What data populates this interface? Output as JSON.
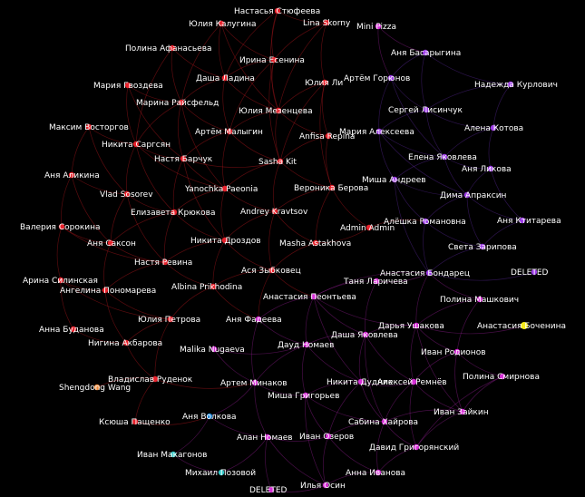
{
  "colors": {
    "background": "#000000",
    "red": "#e8222c",
    "magenta": "#d62fd6",
    "purple": "#9d3ce6",
    "blue": "#1f86d6",
    "cyan": "#33c7c7",
    "orange": "#f08a3a",
    "yellow": "#f4ea1b",
    "label": "#ffffff",
    "edge_red": "#c0181e",
    "edge_magenta": "#9a1f9a",
    "edge_purple": "#5f2aa5"
  },
  "nodes": [
    {
      "id": "n1",
      "label": "Настасья Стюфеева",
      "group": "red"
    },
    {
      "id": "n2",
      "label": "Юлия Калугина",
      "group": "red"
    },
    {
      "id": "n3",
      "label": "Lina Skorny",
      "group": "red"
    },
    {
      "id": "n4",
      "label": "Mini Pizza",
      "group": "magenta"
    },
    {
      "id": "n5",
      "label": "Полина Афанасьева",
      "group": "red"
    },
    {
      "id": "n6",
      "label": "Ирина Есенина",
      "group": "red"
    },
    {
      "id": "n7",
      "label": "Аня Басарыгина",
      "group": "purple"
    },
    {
      "id": "n8",
      "label": "Даша Ладина",
      "group": "red"
    },
    {
      "id": "n9",
      "label": "Юлия Ли",
      "group": "red"
    },
    {
      "id": "n10",
      "label": "Артём Горюнов",
      "group": "purple"
    },
    {
      "id": "n11",
      "label": "Надежда Курлович",
      "group": "purple"
    },
    {
      "id": "n12",
      "label": "Мария Гвоздева",
      "group": "red"
    },
    {
      "id": "n13",
      "label": "Марина Райсфельд",
      "group": "red"
    },
    {
      "id": "n14",
      "label": "Юлия Мезенцева",
      "group": "red"
    },
    {
      "id": "n15",
      "label": "Сергей Лисинчук",
      "group": "purple"
    },
    {
      "id": "n16",
      "label": "Максим Восторгов",
      "group": "red"
    },
    {
      "id": "n17",
      "label": "Артём Малыгин",
      "group": "red"
    },
    {
      "id": "n18",
      "label": "Anfisa Repina",
      "group": "red"
    },
    {
      "id": "n19",
      "label": "Мария Алексеева",
      "group": "purple"
    },
    {
      "id": "n20",
      "label": "Алена Котова",
      "group": "purple"
    },
    {
      "id": "n21",
      "label": "Никита Саргсян",
      "group": "red"
    },
    {
      "id": "n22",
      "label": "Настя Барчук",
      "group": "red"
    },
    {
      "id": "n23",
      "label": "Sasha Kit",
      "group": "red"
    },
    {
      "id": "n24",
      "label": "Елена Яковлева",
      "group": "purple"
    },
    {
      "id": "n25",
      "label": "Аня Ликова",
      "group": "purple"
    },
    {
      "id": "n26",
      "label": "Аня Аликина",
      "group": "red"
    },
    {
      "id": "n27",
      "label": "Миша Андреев",
      "group": "purple"
    },
    {
      "id": "n28",
      "label": "Vlad Sosorev",
      "group": "red"
    },
    {
      "id": "n29",
      "label": "Yanochka Paeonia",
      "group": "red"
    },
    {
      "id": "n30",
      "label": "Вероника Берова",
      "group": "red"
    },
    {
      "id": "n31",
      "label": "Дима Апраксин",
      "group": "purple"
    },
    {
      "id": "n32",
      "label": "Елизавета Крюкова",
      "group": "red"
    },
    {
      "id": "n33",
      "label": "Andrey Kravtsov",
      "group": "red"
    },
    {
      "id": "n34",
      "label": "Алёшка Романовна",
      "group": "purple"
    },
    {
      "id": "n35",
      "label": "Аня Ктитарева",
      "group": "purple"
    },
    {
      "id": "n36",
      "label": "Валерия Сорокина",
      "group": "red"
    },
    {
      "id": "n37",
      "label": "Admin Admin",
      "group": "red"
    },
    {
      "id": "n38",
      "label": "Аня Саксон",
      "group": "red"
    },
    {
      "id": "n39",
      "label": "Никита Дроздов",
      "group": "red"
    },
    {
      "id": "n40",
      "label": "Masha Astakhova",
      "group": "red"
    },
    {
      "id": "n41",
      "label": "Света Зарипова",
      "group": "purple"
    },
    {
      "id": "n42",
      "label": "Настя Ревина",
      "group": "red"
    },
    {
      "id": "n43",
      "label": "DELETED",
      "group": "purple"
    },
    {
      "id": "n44",
      "label": "Ася Зыбковец",
      "group": "red"
    },
    {
      "id": "n45",
      "label": "Анастасия Бондарец",
      "group": "purple"
    },
    {
      "id": "n46",
      "label": "Арина Силинская",
      "group": "red"
    },
    {
      "id": "n47",
      "label": "Таня Ларичева",
      "group": "magenta"
    },
    {
      "id": "n48",
      "label": "Ангелина Пономарева",
      "group": "red"
    },
    {
      "id": "n49",
      "label": "Albina Prikhodina",
      "group": "red"
    },
    {
      "id": "n50",
      "label": "Анастасия Пеонтьева",
      "group": "magenta"
    },
    {
      "id": "n51",
      "label": "Полина Машкович",
      "group": "magenta"
    },
    {
      "id": "n52",
      "label": "Юлия Петрова",
      "group": "red"
    },
    {
      "id": "n53",
      "label": "Аня Фадеева",
      "group": "magenta"
    },
    {
      "id": "n54",
      "label": "Дарья Ушакова",
      "group": "magenta"
    },
    {
      "id": "n55",
      "label": "Анастасия Боченина",
      "group": "yellow"
    },
    {
      "id": "n56",
      "label": "Анна Буданова",
      "group": "red"
    },
    {
      "id": "n57",
      "label": "Даша Яковлева",
      "group": "magenta"
    },
    {
      "id": "n58",
      "label": "Нигина Акбарова",
      "group": "red"
    },
    {
      "id": "n59",
      "label": "Дауд Номаев",
      "group": "magenta"
    },
    {
      "id": "n60",
      "label": "Иван Родионов",
      "group": "magenta"
    },
    {
      "id": "n61",
      "label": "Malika Nugaeva",
      "group": "magenta"
    },
    {
      "id": "n62",
      "label": "Владислав Руденок",
      "group": "red"
    },
    {
      "id": "n63",
      "label": "Артем Минаков",
      "group": "magenta"
    },
    {
      "id": "n64",
      "label": "Никита Дудник",
      "group": "magenta"
    },
    {
      "id": "n65",
      "label": "Алексей Ремнёв",
      "group": "magenta"
    },
    {
      "id": "n66",
      "label": "Полина Смирнова",
      "group": "magenta"
    },
    {
      "id": "n67",
      "label": "Shengdong Wang",
      "group": "orange"
    },
    {
      "id": "n68",
      "label": "Миша Григорьев",
      "group": "magenta"
    },
    {
      "id": "n69",
      "label": "Иван Зайкин",
      "group": "magenta"
    },
    {
      "id": "n70",
      "label": "Аня Волкова",
      "group": "blue"
    },
    {
      "id": "n71",
      "label": "Ксюша Пащенко",
      "group": "red"
    },
    {
      "id": "n72",
      "label": "Сабина Хайрова",
      "group": "magenta"
    },
    {
      "id": "n73",
      "label": "Алан Номаев",
      "group": "magenta"
    },
    {
      "id": "n74",
      "label": "Иван Озеров",
      "group": "magenta"
    },
    {
      "id": "n75",
      "label": "Давид Григорянский",
      "group": "magenta"
    },
    {
      "id": "n76",
      "label": "Иван Макагонов",
      "group": "cyan"
    },
    {
      "id": "n77",
      "label": "Михаил Позовой",
      "group": "cyan"
    },
    {
      "id": "n78",
      "label": "Анна Иванова",
      "group": "magenta"
    },
    {
      "id": "n79",
      "label": "DELETED",
      "group": "magenta"
    },
    {
      "id": "n80",
      "label": "Илья Осин",
      "group": "magenta"
    }
  ]
}
